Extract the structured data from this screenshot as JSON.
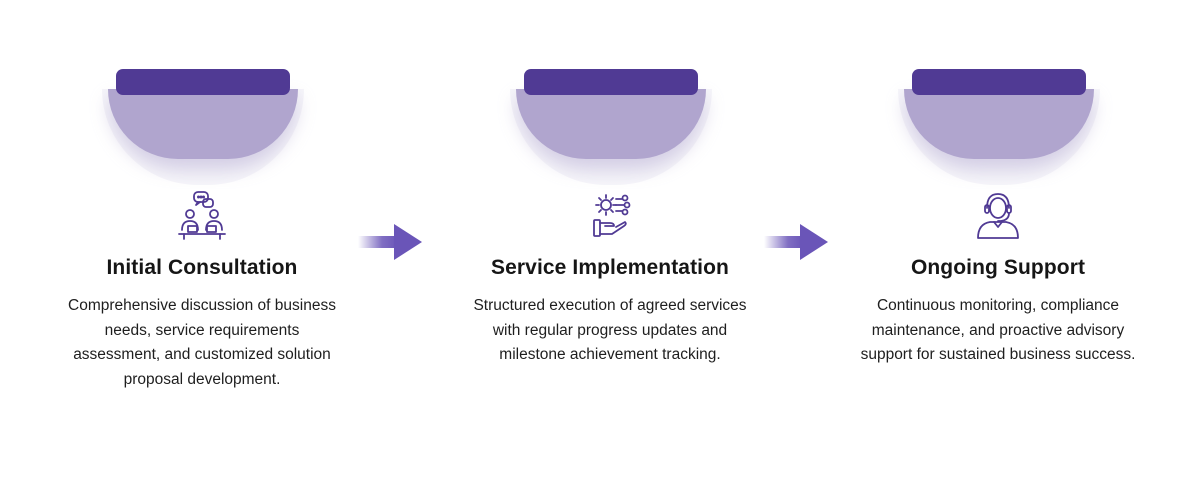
{
  "steps": [
    {
      "title": "Initial Consultation",
      "description": "Comprehensive discussion of business needs, service requirements assessment, and customized solution proposal development.",
      "icon": "consultation-icon"
    },
    {
      "title": "Service Implementation",
      "description": "Structured execution of agreed services with regular progress updates and milestone achievement tracking.",
      "icon": "gear-hand-icon"
    },
    {
      "title": "Ongoing Support",
      "description": "Continuous monitoring, compliance maintenance, and proactive advisory support for sustained business success.",
      "icon": "headset-support-icon"
    }
  ],
  "colors": {
    "accent": "#503a94",
    "bowl": "#b0a5ce",
    "arrow": "#6a55b8",
    "text": "#1b1b1b"
  }
}
